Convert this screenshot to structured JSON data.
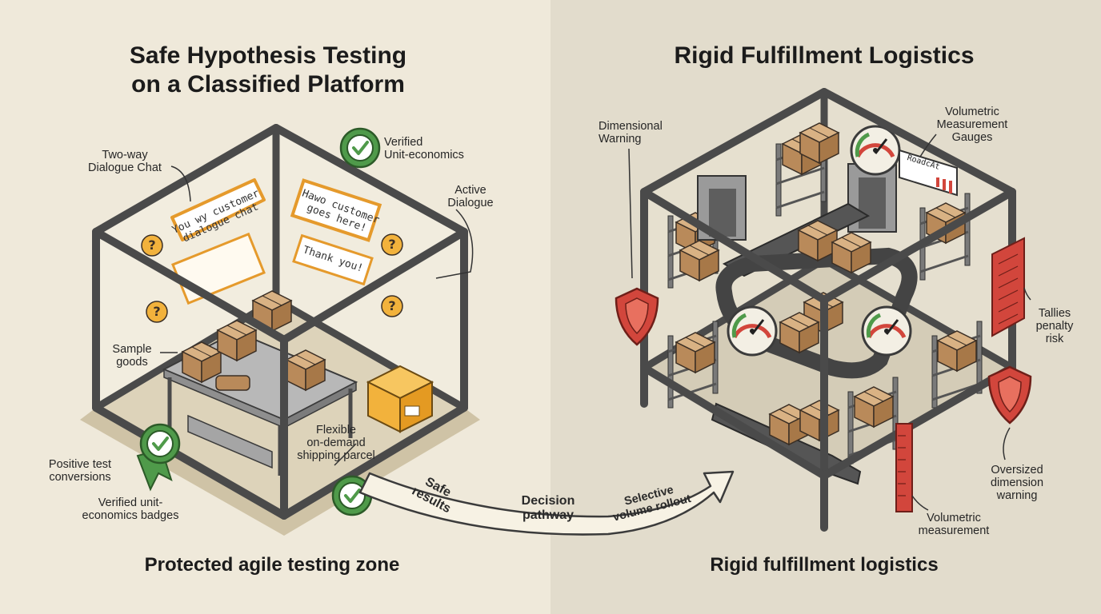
{
  "titles": {
    "left": "Safe Hypothesis Testing\non a Classified Platform",
    "right": "Rigid Fulfillment Logistics"
  },
  "subtitles": {
    "left": "Protected agile testing zone",
    "right": "Rigid fulfillment logistics"
  },
  "left_labels": {
    "two_way_chat": "Two-way\nDialogue Chat",
    "verified_unit_economics": "Verified\nUnit-economics",
    "active_dialogue": "Active\nDialogue",
    "sample_goods": "Sample\ngoods",
    "flexible_parcel": "Flexible\non-demand\nshipping parcel",
    "positive_conversions": "Positive test\nconversions",
    "verified_badges": "Verified unit-\neconomics badges"
  },
  "chat_bubbles": {
    "bubble1": "You wy customer\ndialogue chat",
    "bubble2": "Hawo customer\ngoes here!",
    "bubble3": "Thank you!"
  },
  "arrow": {
    "safe_results": "Safe\nresults",
    "decision_pathway": "Decision\npathway",
    "selective_rollout": "Selective\nvolume rollout"
  },
  "right_labels": {
    "dimensional_warning": "Dimensional\nWarning",
    "volumetric_gauges": "Volumetric\nMeasurement\nGauges",
    "tallies_penalty": "Tallies\npenalty\nrisk",
    "oversized_warning": "Oversized\ndimension\nwarning",
    "volumetric_measurement": "Volumetric\nmeasurement",
    "ruler_sign": "RoadcAt"
  },
  "colors": {
    "left_bg": "#efe9da",
    "right_bg": "#e2dccc",
    "frame": "#4a4a4a",
    "badge_green": "#4f9a4a",
    "warning_red": "#d2463c",
    "parcel_orange": "#f2b23c",
    "cardboard": "#c79b6b"
  }
}
